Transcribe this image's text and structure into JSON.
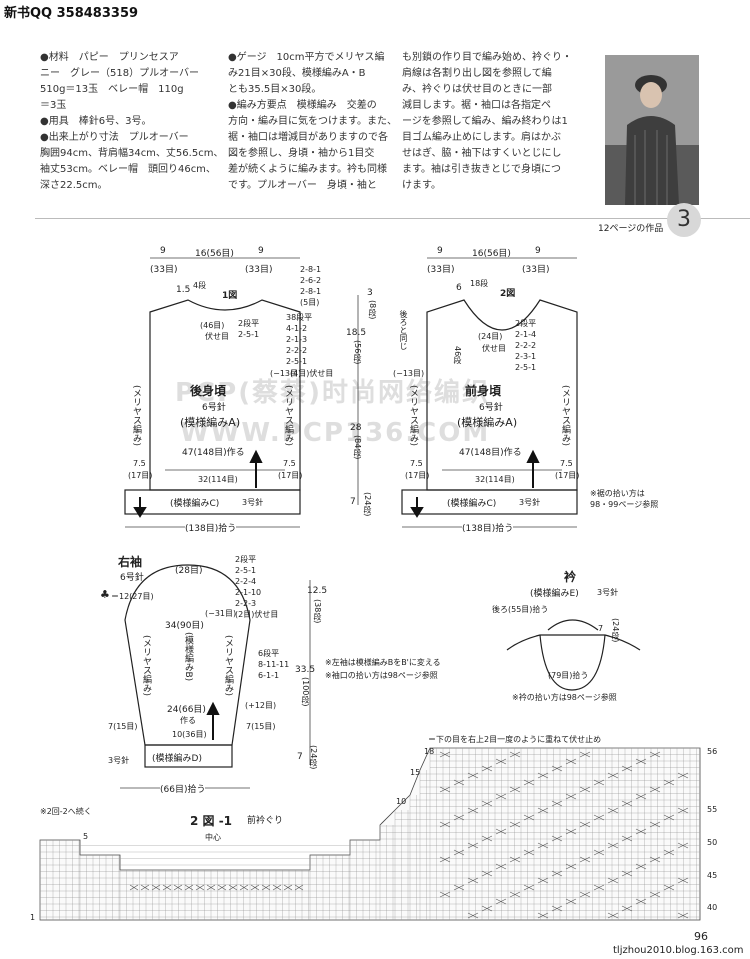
{
  "header": {
    "text": "新书QQ 358483359"
  },
  "col1": [
    "●材料　パピー　プリンセスア",
    "ニー　グレー（518）プルオーバー",
    "510g＝13玉　ベレー帽　110g",
    "＝3玉",
    "●用具　棒針6号、3号。",
    "●出来上がり寸法　プルオーバー",
    "胸囲94cm、背肩幅34cm、丈56.5cm、",
    "袖丈53cm。ベレー帽　頭回り46cm、",
    "深さ22.5cm。"
  ],
  "col2": [
    "●ゲージ　10cm平方でメリヤス編",
    "み21目×30段、模様編みA・B",
    "とも35.5目×30段。",
    "●編み方要点　模様編み　交差の",
    "方向・編み目に気をつけます。また、",
    "裾・袖口は増減目がありますので各",
    "図を参照し、身頃・袖から1目交",
    "差が続くように編みます。衿も同様",
    "です。プルオーバー　身頃・袖と"
  ],
  "col3": [
    "も別鎖の作り目で編み始め、衿ぐり・",
    "肩線は各割り出し図を参照して編",
    "み、衿ぐりは伏せ目のときに一部",
    "減目します。裾・袖口は各指定ペ",
    "ージを参照して編み、編み終わりは1",
    "目ゴム編み止めにします。肩はかぶ",
    "せはぎ、脇・袖下はすくいとじにし",
    "ます。袖は引き抜きとじで身頃につ",
    "けます。"
  ],
  "work_ref": "12ページの作品",
  "work_number": "3",
  "watermark1": "PCP(蔡蔡)时尚网络编织",
  "watermark2": "WWW.PCP136.COM",
  "back": {
    "fig": "1図",
    "name": "後身頃",
    "needle": "6号針",
    "pattern": "(模様編みA)",
    "top_dims": [
      "9",
      "16(56目)",
      "9"
    ],
    "top_sub": [
      "(33目)",
      "(33目)"
    ],
    "shoulder_left": "1.5",
    "shoulder_rows": "4段",
    "neck_stitches": "(46目)",
    "neck_bind": "伏せ目",
    "dec_top": [
      "2-8-1",
      "2-6-2",
      "2-8-1",
      "(5目)"
    ],
    "neck_dec": [
      "2段平",
      "2-5-1"
    ],
    "arm_dec": [
      "38段平",
      "4-1-2",
      "2-1-3",
      "2-2-2",
      "2-5-1"
    ],
    "arm_bind": "(4目)伏せ目",
    "minus13": "(−13目)",
    "side_label": "(メリヤス編み)",
    "side_label_r": "(メリヤス編み)",
    "right_dims": [
      "3",
      "(8段)",
      "18.5",
      "(56段)",
      "28",
      "(84段)",
      "7",
      "(24段)"
    ],
    "width_make": "47(148目)作る",
    "hem_left": [
      "7.5",
      "(17目)"
    ],
    "hem_right": [
      "7.5",
      "(17目)"
    ],
    "hem_center": "32(114目)",
    "ribbing": "(模様編みC)",
    "ribbing_needle": "3号針",
    "bottom_pick": "(138目)拾う"
  },
  "front": {
    "fig": "2図",
    "name": "前身頃",
    "needle": "6号針",
    "pattern": "(模様編みA)",
    "top_dims": [
      "9",
      "16(56目)",
      "9"
    ],
    "top_sub": [
      "(33目)",
      "(33目)"
    ],
    "shoulder_left": "6",
    "shoulder_rows": "18段",
    "left_note": "後ろと同じ",
    "neck_stitches": "(24目)",
    "neck_bind": "伏せ目",
    "neck_dec": [
      "2段平",
      "2-1-4",
      "2-2-2",
      "2-3-1",
      "2-5-1"
    ],
    "neck_rows": "46段",
    "minus13": "(−13目)",
    "side_label": "(メリヤス編み)",
    "side_label_r": "(メリヤス編み)",
    "width_make": "47(148目)作る",
    "hem_left": [
      "7.5",
      "(17目)"
    ],
    "hem_right": [
      "7.5",
      "(17目)"
    ],
    "hem_center": "32(114目)",
    "ribbing": "(模様編みC)",
    "ribbing_needle": "3号針",
    "bottom_pick": "(138目)拾う",
    "note1": "※裾の拾い方は",
    "note2": "98・99ページ参照"
  },
  "sleeve": {
    "name": "右袖",
    "needle": "6号針",
    "top_stitches": "(28目)",
    "cap_dec": [
      "2段平",
      "2-5-1",
      "2-2-4",
      "2-1-10",
      "2-2-3",
      "(2目)伏せ目"
    ],
    "eq": "＝12(27目)",
    "club": "♣",
    "width": "34(90目)",
    "minus31": "(−31目)",
    "center_pattern": "(模様編みB)",
    "side_label": "(メリヤス編み)",
    "side_label_r": "(メリヤス編み)",
    "inc": [
      "6段平",
      "8-11-11",
      "6-1-1"
    ],
    "right_dims": [
      "12.5",
      "(38段)",
      "33.5",
      "(100段)",
      "7",
      "(24段)"
    ],
    "plus12": "(+12目)",
    "make": "24(66目)",
    "make2": "作る",
    "center_w": "10(36目)",
    "hem_left": "7(15目)",
    "hem_right": "7(15目)",
    "needle3": "3号針",
    "ribbing": "(模様編みD)",
    "bottom_pick": "(66目)拾う",
    "note1": "※左袖は模様編みBをB'に変える",
    "note2": "※袖口の拾い方は98ページ参照"
  },
  "collar": {
    "name": "衿",
    "pattern": "(模様編みE)",
    "needle": "3号針",
    "back_pick": "後ろ(55目)拾う",
    "rows": "(24段)",
    "dim": "7",
    "front_pick": "(79目)拾う",
    "note": "※衿の拾い方は98ページ参照"
  },
  "chart": {
    "legend": "＝下の目を右上2目一度のように重ねて伏せ止め",
    "note_repeat": "※2回-2へ続く",
    "title": "2 図 -1",
    "subtitle": "前衿ぐり",
    "center": "中心",
    "row_labels": [
      "56",
      "55",
      "50",
      "45",
      "40"
    ],
    "left_nums": [
      "18",
      "15",
      "10",
      "5",
      "1"
    ]
  },
  "page_number": "96",
  "footer": "tljzhou2010.blog.163.com"
}
